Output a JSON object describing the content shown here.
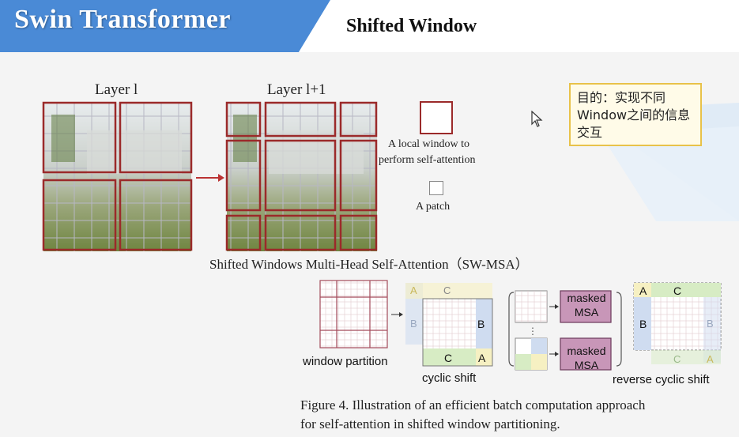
{
  "header": {
    "title": "Swin Transformer",
    "subtitle": "Shifted Window"
  },
  "note": {
    "text": "目的：实现不同Window之间的信息交互"
  },
  "diagram": {
    "layer_left": "Layer l",
    "layer_right": "Layer l+1",
    "legend_window_line1": "A local window to",
    "legend_window_line2": "perform self-attention",
    "legend_patch": "A patch",
    "caption": "Shifted Windows Multi-Head Self-Attention（SW-MSA）"
  },
  "batch": {
    "window_partition": "window partition",
    "cyclic_shift": "cyclic shift",
    "masked_msa_line1": "masked",
    "masked_msa_line2": "MSA",
    "reverse_cyclic_shift": "reverse cyclic shift",
    "region_a": "A",
    "region_b": "B",
    "region_c": "C",
    "ellipsis": "⋮"
  },
  "figure_caption": {
    "line1": "Figure 4. Illustration of an efficient batch computation approach",
    "line2": "for self-attention in shifted window partitioning."
  },
  "colors": {
    "banner": "#4a8ad6",
    "window_border": "#9b2a2a",
    "region_a": "#f6f0c2",
    "region_b": "#cfdcf0",
    "region_c": "#d7ecc4",
    "masked_msa": "#c896b8"
  }
}
